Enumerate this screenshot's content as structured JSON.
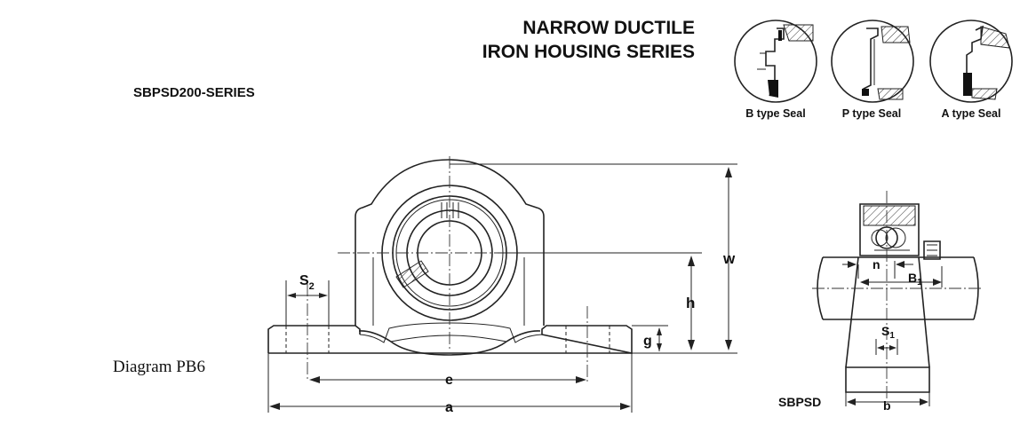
{
  "header": {
    "title_line1": "NARROW DUCTILE",
    "title_line2": "IRON HOUSING SERIES",
    "series": "SBPSD200-SERIES"
  },
  "seals": [
    {
      "label": "B type Seal"
    },
    {
      "label": "P type Seal"
    },
    {
      "label": "A type Seal"
    }
  ],
  "caption": "Diagram PB6",
  "front_view": {
    "dims": {
      "s2": "S",
      "s2_sub": "2",
      "w": "w",
      "h": "h",
      "g": "g",
      "e": "e",
      "a": "a"
    }
  },
  "side_view": {
    "label": "SBPSD",
    "dims": {
      "n": "n",
      "b1": "B",
      "b1_sub": "1",
      "s1": "S",
      "s1_sub": "1",
      "b": "b"
    }
  }
}
